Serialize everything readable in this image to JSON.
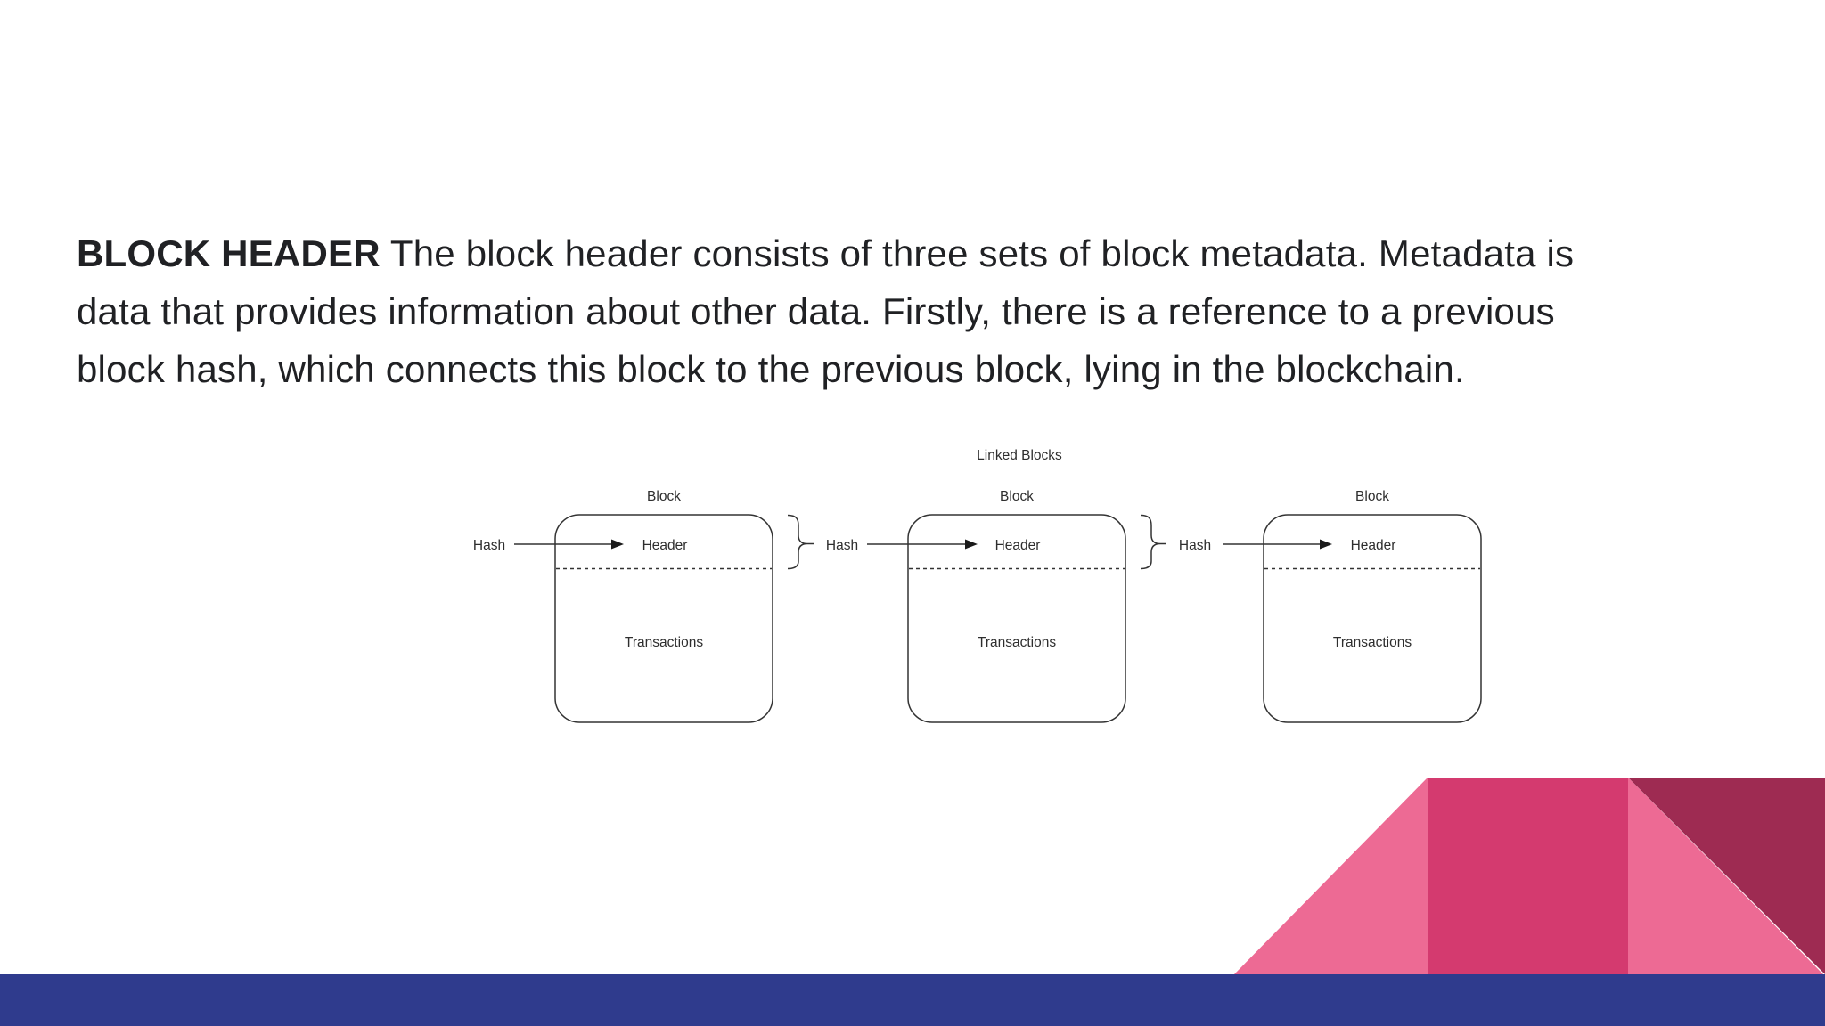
{
  "slide": {
    "paragraph": {
      "lead": "BLOCK HEADER",
      "line1_rest": " The block header consists of three sets of block metadata. Metadata is",
      "line2": "data that provides information about other data. Firstly, there is a reference to a previous",
      "line3": "block hash, which connects this block to the previous block, lying in the blockchain."
    }
  },
  "diagram": {
    "title": "Linked Blocks",
    "blocks": [
      {
        "label": "Block",
        "hash": "Hash",
        "header": "Header",
        "transactions": "Transactions"
      },
      {
        "label": "Block",
        "hash": "Hash",
        "header": "Header",
        "transactions": "Transactions"
      },
      {
        "label": "Block",
        "hash": "Hash",
        "header": "Header",
        "transactions": "Transactions"
      }
    ]
  },
  "colors": {
    "text": "#202124",
    "diagram_stroke": "#333333",
    "light_pink": "#ed6a94",
    "dark_pink": "#d43a6f",
    "maroon": "#9e2b52",
    "footer_blue": "#2f3b8d"
  }
}
